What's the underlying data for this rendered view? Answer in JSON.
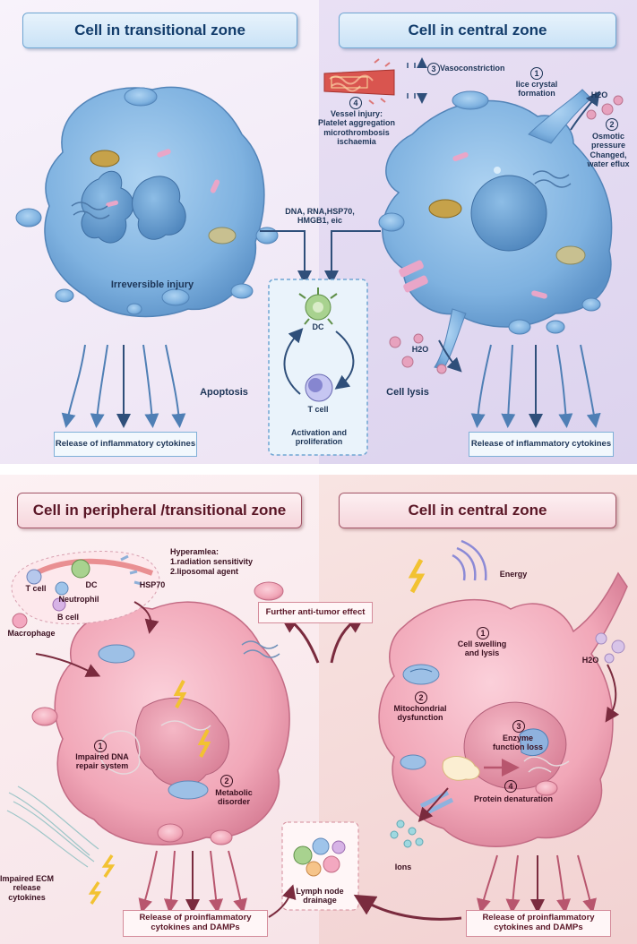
{
  "top": {
    "left_title": "Cell in transitional zone",
    "right_title": "Cell in central zone",
    "irreversible_injury": "Irreversible injury",
    "apoptosis": "Apoptosis",
    "cell_lysis": "Cell lysis",
    "release_left": "Release of inflammatory cytokines",
    "release_right": "Release of inflammatory cytokines",
    "damp_text": "DNA, RNA,HSP70, HMGB1, eic",
    "dc": "DC",
    "t_cell": "T cell",
    "activation": "Activation and proliferation",
    "vasoconstriction_num": "3",
    "vasoconstriction": "Vasoconstriction",
    "vessel_num": "4",
    "vessel_injury": "Vessel injury: Platelet aggregation microthrombosis ischaemia",
    "ice_num": "1",
    "ice_crystal": "Iice crystal formation",
    "h2o": "H2O",
    "osmotic_num": "2",
    "osmotic": "Osmotic pressure Changed, water eflux"
  },
  "bottom": {
    "left_title": "Cell in peripheral /transitional zone",
    "right_title": "Cell in central zone",
    "hyperamlea": "Hyperamlea:",
    "hyper_1": "1.radiation sensitivity",
    "hyper_2": "2.liposomal agent",
    "t_cell": "T cell",
    "dc": "DC",
    "neutrophil": "Neutrophil",
    "b_cell": "B cell",
    "hsp70": "HSP70",
    "macrophage": "Macrophage",
    "further": "Further anti-tumor effect",
    "energy": "Energy",
    "dna_num": "1",
    "dna_repair": "Impaired DNA repair system",
    "metabolic_num": "2",
    "metabolic": "Metabolic disorder",
    "ecm": "Impaired ECM release cytokines",
    "lymph": "Lymph node drainage",
    "release_left": "Release of proinflammatory cytokines and DAMPs",
    "release_right": "Release of proinflammatory cytokines and DAMPs",
    "swelling_num": "1",
    "swelling": "Cell swelling and lysis",
    "h2o": "H2O",
    "mito_num": "2",
    "mito": "Mitochondrial dysfunction",
    "enzyme_num": "3",
    "enzyme": "Enzyme function loss",
    "protein_num": "4",
    "protein": "Protein denaturation",
    "ions": "Ions"
  },
  "colors": {
    "top_left_bg": "#f3eef8",
    "top_right_bg": "#e6ddf2",
    "bottom_left_bg": "#fbecef",
    "bottom_right_bg": "#f6dcdc",
    "cell_blue": "#7fb2e0",
    "cell_pink": "#f1a7b8",
    "arrow_blue": "#4f7fb5",
    "arrow_pink": "#b8566e"
  }
}
